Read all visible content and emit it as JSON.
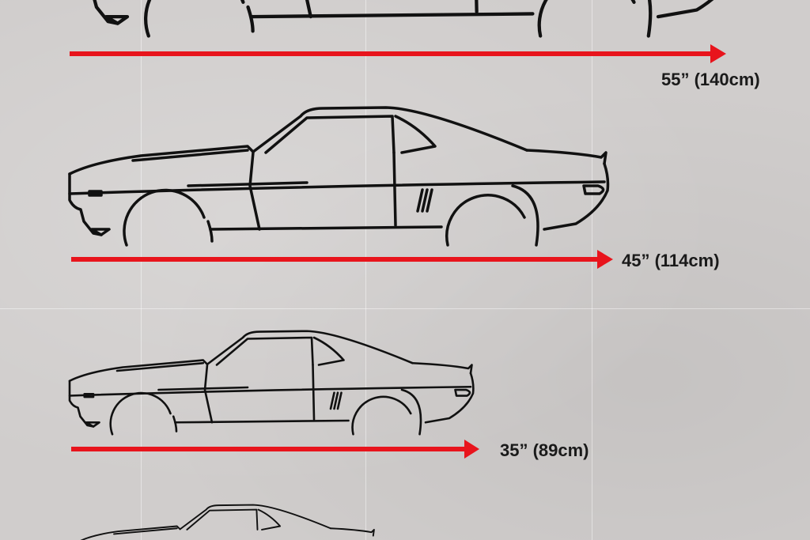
{
  "sizes": [
    {
      "label": "55” (140cm)",
      "inches": 55,
      "cm": 140
    },
    {
      "label": "45” (114cm)",
      "inches": 45,
      "cm": 114
    },
    {
      "label": "35” (89cm)",
      "inches": 35,
      "cm": 89
    }
  ],
  "colors": {
    "arrow": "#e8141c",
    "car": "#111111",
    "background": "#d0cdcc"
  }
}
